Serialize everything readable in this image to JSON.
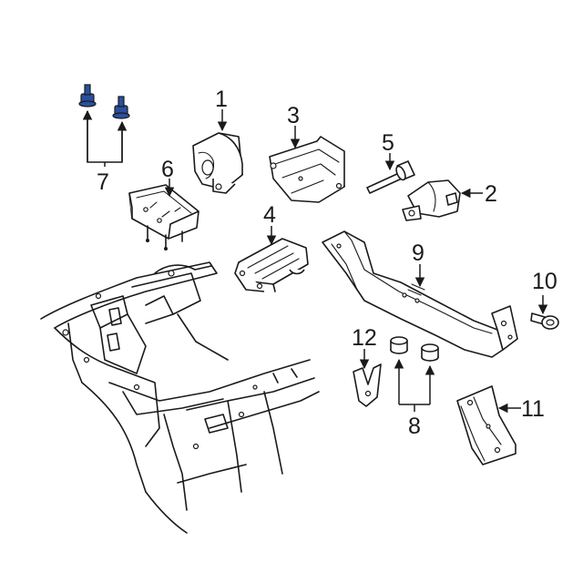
{
  "callouts": {
    "c1": "1",
    "c2": "2",
    "c3": "3",
    "c4": "4",
    "c5": "5",
    "c6": "6",
    "c7": "7",
    "c8": "8",
    "c9": "9",
    "c10": "10",
    "c11": "11",
    "c12": "12"
  },
  "colors": {
    "line": "#1a1a1a",
    "background": "#ffffff",
    "highlighted_bolt": "#2a4fa0"
  }
}
